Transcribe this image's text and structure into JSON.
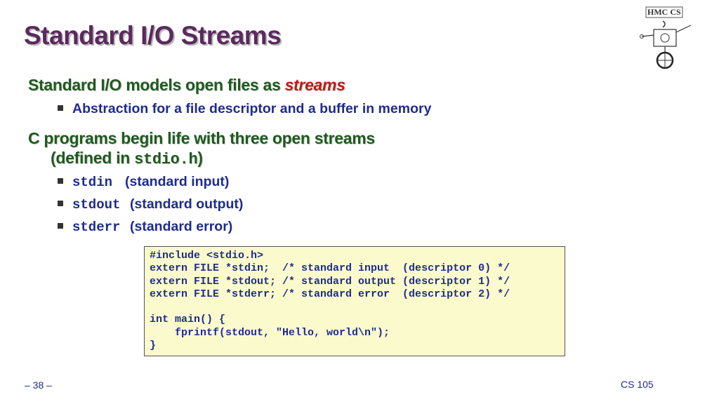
{
  "slide": {
    "title": "Standard I/O Streams",
    "bullets": {
      "b1_text": "Standard I/O models open files as ",
      "b1_accent": "streams",
      "b1_sub": "Abstraction for a file descriptor and a buffer in memory",
      "b2_line1": "C programs begin life with three open streams",
      "b2_line2_prefix": "(defined in ",
      "b2_line2_code": "stdio.h",
      "b2_line2_suffix": ")",
      "streams": [
        {
          "code": "stdin",
          "desc": "(standard input)"
        },
        {
          "code": "stdout",
          "desc": "(standard output)"
        },
        {
          "code": "stderr",
          "desc": "(standard error)"
        }
      ]
    },
    "code": [
      "#include <stdio.h>",
      "extern FILE *stdin;  /* standard input  (descriptor 0) */",
      "extern FILE *stdout; /* standard output (descriptor 1) */",
      "extern FILE *stderr; /* standard error  (descriptor 2) */",
      "",
      "int main() {",
      "    fprintf(stdout, \"Hello, world\\n\");",
      "}"
    ],
    "logo_text": "HMC CS",
    "footer": {
      "page": "– 38 –",
      "course": "CS 105"
    }
  }
}
